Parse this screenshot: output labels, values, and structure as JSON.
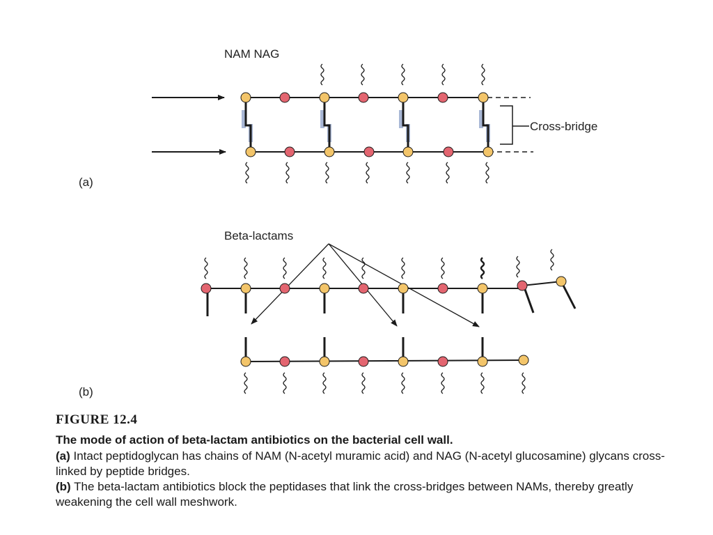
{
  "panel_a": {
    "label": "(a)",
    "top_labels": "NAM NAG",
    "bridge_label": "Cross-bridge"
  },
  "panel_b": {
    "label": "(b)",
    "pointer_label": "Beta-lactams"
  },
  "colors": {
    "nam": "#f3c56a",
    "nag": "#e36570",
    "bridge_highlight": "#a9b8d6",
    "line": "#1a1a1a"
  },
  "caption": {
    "figure_label": "FIGURE 12.4",
    "title": "The mode of action of beta-lactam antibiotics on the bacterial cell wall.",
    "part_a_tag": "(a)",
    "part_a_text": " Intact peptidoglycan has chains of NAM (N-acetyl muramic acid) and NAG (N-acetyl glucosamine) glycans cross-linked by peptide bridges.",
    "part_b_tag": "(b)",
    "part_b_text": " The beta-lactam antibiotics block the peptidases that link the cross-bridges between NAMs, thereby greatly weakening the cell wall meshwork."
  }
}
